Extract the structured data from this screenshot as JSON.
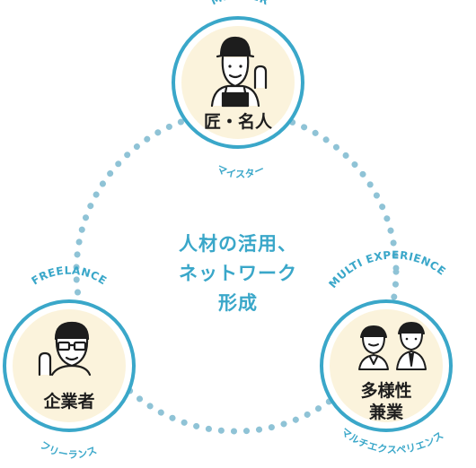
{
  "center": {
    "lines": [
      "人材の活用、",
      "ネットワーク",
      "形成"
    ]
  },
  "nodes": {
    "meister": {
      "label_top": "MEISTER",
      "label_bottom": "マイスター",
      "title": "匠・名人"
    },
    "freelance": {
      "label_top": "FREELANCE",
      "label_bottom": "フリーランス",
      "title": "企業者"
    },
    "multi": {
      "label_top": "MULTI EXPERIENCE",
      "label_bottom": "マルチエクスペリエンス",
      "title_line1": "多様性",
      "title_line2": "兼業"
    }
  },
  "colors": {
    "accent": "#3aa7c9",
    "dots": "#8fc3d6",
    "node_fill": "#fbf3dc",
    "ink": "#1d1d1d"
  },
  "icons": {
    "meister": "craftsman-with-hat-icon",
    "freelance": "man-with-glasses-icon",
    "multi": "two-businesspeople-icon"
  }
}
